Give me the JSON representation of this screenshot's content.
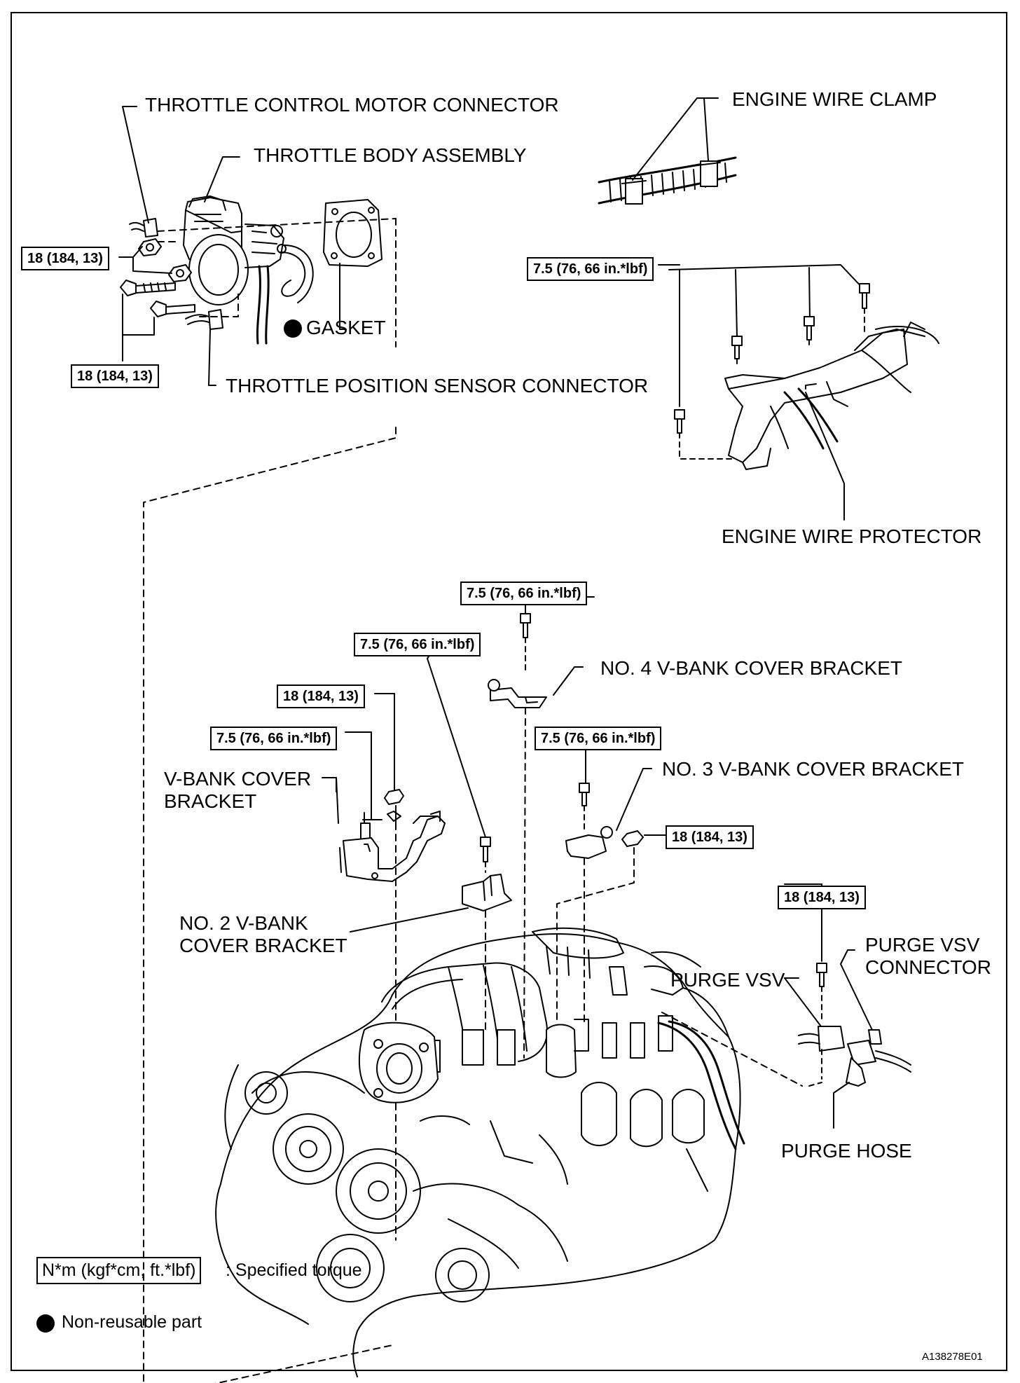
{
  "callouts": {
    "throttle_control_motor_connector": "THROTTLE CONTROL MOTOR CONNECTOR",
    "throttle_body_assembly": "THROTTLE BODY ASSEMBLY",
    "gasket": "GASKET",
    "throttle_position_sensor_connector": "THROTTLE POSITION SENSOR CONNECTOR",
    "engine_wire_clamp": "ENGINE WIRE CLAMP",
    "engine_wire_protector": "ENGINE WIRE PROTECTOR",
    "no4_vbank_cover_bracket": "NO. 4 V-BANK COVER BRACKET",
    "no3_vbank_cover_bracket": "NO. 3 V-BANK COVER BRACKET",
    "vbank_cover_bracket_line1": "V-BANK COVER",
    "vbank_cover_bracket_line2": "BRACKET",
    "no2_vbank_cover_bracket_line1": "NO. 2 V-BANK",
    "no2_vbank_cover_bracket_line2": "COVER BRACKET",
    "purge_vsv": "PURGE VSV",
    "purge_vsv_connector_line1": "PURGE VSV",
    "purge_vsv_connector_line2": "CONNECTOR",
    "purge_hose": "PURGE HOSE"
  },
  "torque": {
    "nut_18": "18 (184, 13)",
    "bolt_75": "7.5 (76, 66 in.*lbf)"
  },
  "legend": {
    "torque_unit": "N*m (kgf*cm, ft.*lbf)",
    "torque_desc": ": Specified torque",
    "nonreusable_desc": "Non-reusable part"
  },
  "figure_code": "A138278E01",
  "colors": {
    "ink": "#000000",
    "paper": "#ffffff"
  }
}
